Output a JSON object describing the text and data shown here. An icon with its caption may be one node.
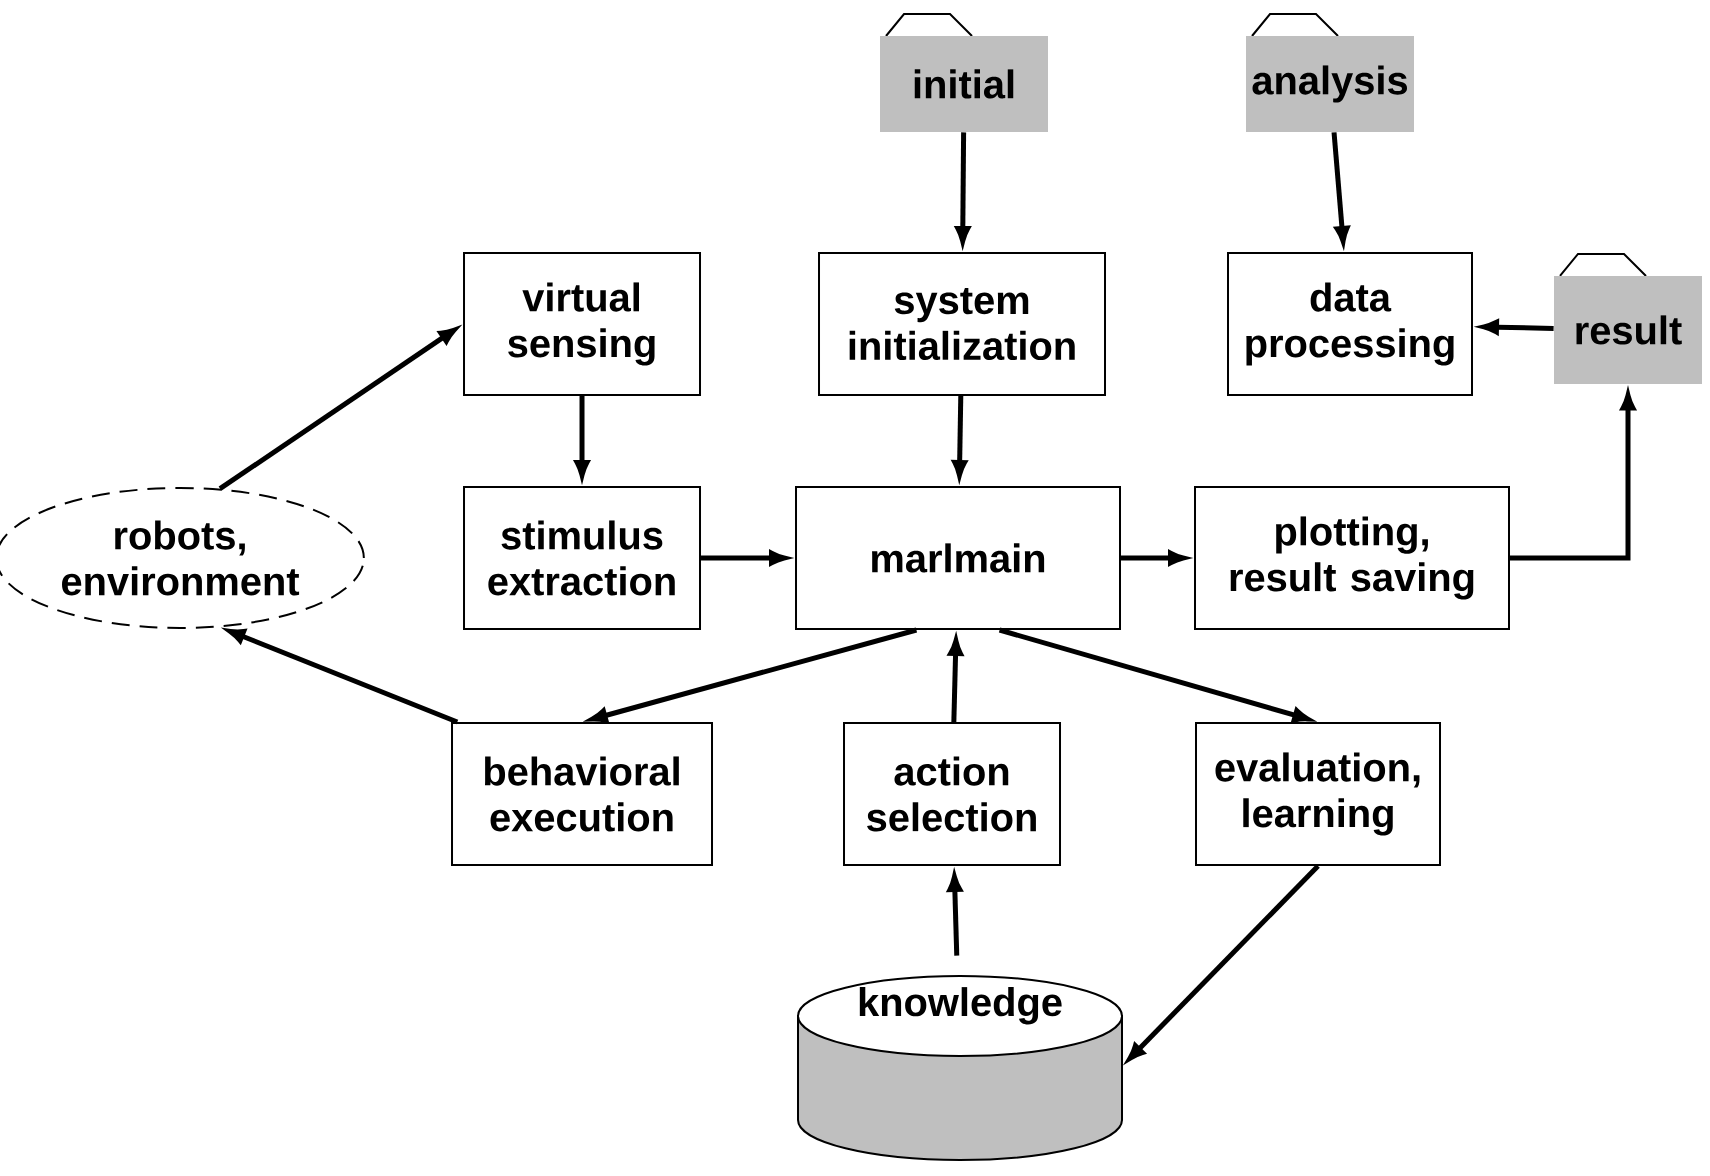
{
  "diagram": {
    "nodes": [
      {
        "text": [
          "initial"
        ]
      },
      {
        "text": [
          "analysis"
        ]
      },
      {
        "text": [
          "virtual sensing"
        ]
      },
      {
        "text": [
          "system initialization"
        ]
      },
      {
        "text": [
          "data processing"
        ]
      },
      {
        "text": [
          "result"
        ]
      },
      {
        "text": [
          "robots, environment"
        ]
      },
      {
        "text": [
          "stimulus extraction"
        ]
      },
      {
        "text": [
          "marlmain"
        ]
      },
      {
        "text": [
          "plotting, result saving"
        ]
      },
      {
        "text": [
          "behavioral execution"
        ]
      },
      {
        "text": [
          "action selection"
        ]
      },
      {
        "text": [
          "evaluation, learning"
        ]
      },
      {
        "text": [
          "knowledge"
        ]
      }
    ],
    "edges": [
      {
        "from": 0,
        "to": 3,
        "arrow": "to"
      },
      {
        "from": 1,
        "to": 4,
        "arrow": "to"
      },
      {
        "from": 5,
        "to": 4,
        "arrow": "to"
      },
      {
        "from": 6,
        "to": 2,
        "arrow": "to"
      },
      {
        "from": 2,
        "to": 7,
        "arrow": "to"
      },
      {
        "from": 3,
        "to": 8,
        "arrow": "to"
      },
      {
        "from": 7,
        "to": 8,
        "arrow": "to"
      },
      {
        "from": 8,
        "to": 9,
        "arrow": "to"
      },
      {
        "from": 9,
        "to": 5,
        "arrow": "to"
      },
      {
        "from": 10,
        "to": 6,
        "arrow": "to"
      },
      {
        "from": 8,
        "to": 10,
        "arrow": "to"
      },
      {
        "from": 11,
        "to": 8,
        "arrow": "to"
      },
      {
        "from": 8,
        "to": 12,
        "arrow": "to"
      },
      {
        "from": 13,
        "to": 11,
        "arrow": "to"
      },
      {
        "from": 12,
        "to": 13,
        "arrow": "to"
      }
    ]
  }
}
